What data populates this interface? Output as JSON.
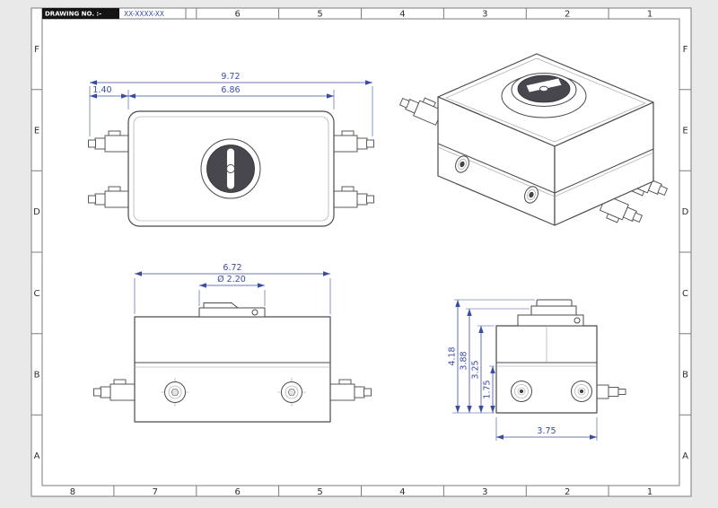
{
  "title_block": {
    "label": "DRAWING NO. :-",
    "value": "XX-XXXX-XX"
  },
  "border": {
    "cols": [
      "8",
      "7",
      "6",
      "5",
      "4",
      "3",
      "2",
      "1"
    ],
    "rows": [
      "F",
      "E",
      "D",
      "C",
      "B",
      "A"
    ]
  },
  "views": {
    "top": {
      "dims": {
        "overall_length": "9.72",
        "body_length": "6.86",
        "connector_protrusion": "1.40"
      }
    },
    "front": {
      "dims": {
        "body_width": "6.72",
        "knob_diameter": "Ø 2.20"
      }
    },
    "side": {
      "dims": {
        "overall_height": "4.18",
        "handle_height": "3.88",
        "body_height": "3.25",
        "base_height": "1.75",
        "body_depth": "3.75"
      }
    }
  },
  "colors": {
    "dimension_blue": "#3b4da2",
    "line_dark": "#4a4a4f",
    "sheet": "#ffffff",
    "margin": "#e9e9e9",
    "knob_dark": "#47474d"
  }
}
